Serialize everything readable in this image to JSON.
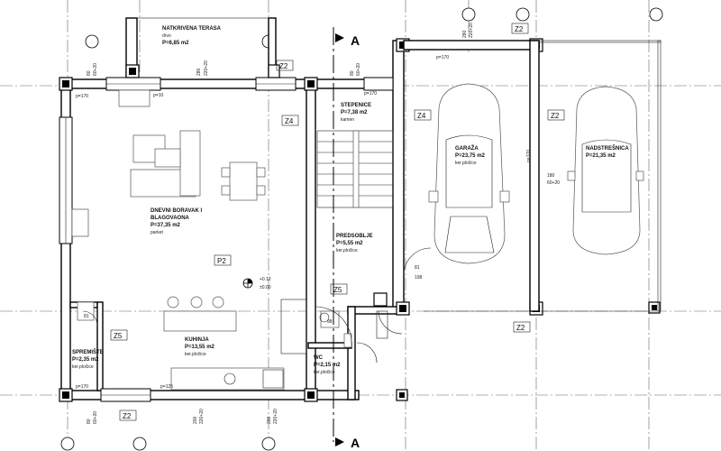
{
  "rooms": {
    "terrace": {
      "name": "NATKRIVENA TERASA",
      "floor": "drvo",
      "area": "P=6,85 m2"
    },
    "stairs": {
      "name": "STEPENICE",
      "area": "P=7,38 m2",
      "floor": "kamen"
    },
    "garage": {
      "name": "GARAŽA",
      "area": "P=23,75 m2",
      "floor": "ker.pločice"
    },
    "carport": {
      "name": "NADSTREŠNICA",
      "area": "P=21,35 m2"
    },
    "living": {
      "name": "DNEVNI BORAVAK I",
      "name2": "BLAGOVAONA",
      "area": "P=37,35 m2",
      "floor": "parket"
    },
    "hall": {
      "name": "PREDSOBLJE",
      "area": "P=5,55 m2",
      "floor": "ker.pločice"
    },
    "kitchen": {
      "name": "KUHINJA",
      "area": "P=13,55 m2",
      "floor": "ker.pločice"
    },
    "pantry": {
      "name": "SPREMIŠTE",
      "area": "P=2,35 m2",
      "floor": "ker.pločice"
    },
    "wc": {
      "name": "WC",
      "area": "P=2,15 m2",
      "floor": "ker.pločice"
    }
  },
  "tags": {
    "z2": "Z2",
    "z4": "Z4",
    "z5": "Z5",
    "p2": "P2"
  },
  "section": {
    "label": "A"
  },
  "level": {
    "top": "+0.12",
    "bottom": "±0.00"
  },
  "dims": {
    "p170": "p=170",
    "p10": "p=10",
    "p125": "p=125",
    "d80": "80",
    "d60_20": "60+20",
    "d280": "280",
    "d220_20": "220+20",
    "d180": "180",
    "d200": "200",
    "d81": "81",
    "d198": "198",
    "d98": "98"
  }
}
